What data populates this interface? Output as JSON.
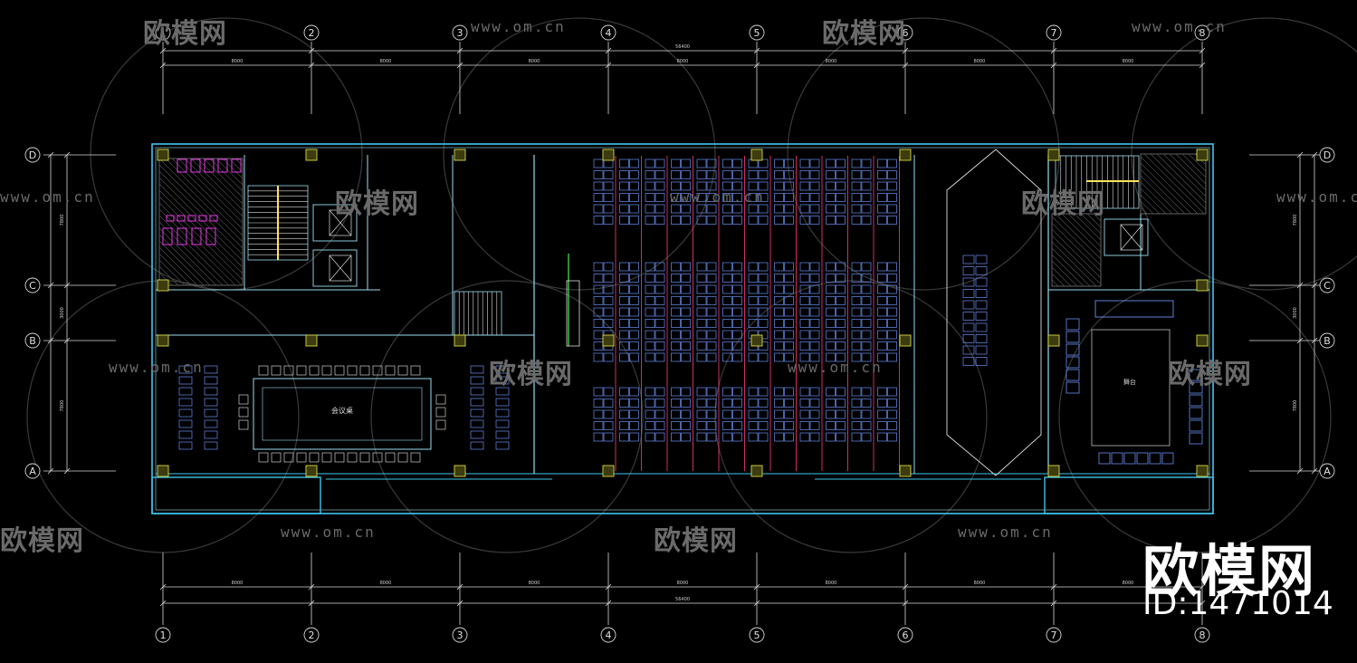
{
  "grid": {
    "columns": [
      "1",
      "2",
      "3",
      "4",
      "5",
      "6",
      "7",
      "8"
    ],
    "rows": [
      "D",
      "C",
      "B",
      "A"
    ],
    "total_dim": "56400",
    "bay_dims": [
      "8000",
      "8000",
      "8000",
      "8000",
      "8000",
      "8000",
      "8000"
    ],
    "row_dims": [
      "7800",
      "3000",
      "7800"
    ]
  },
  "watermark": {
    "logo_text": "欧模网",
    "url_text": "www.om.cn"
  },
  "brand": {
    "name": "欧模网",
    "id": "ID:1471014"
  },
  "plan_labels": {
    "conference_table": "会议桌",
    "stage_area": "舞台"
  },
  "colors": {
    "wall": "#3ec6ee",
    "wall_inner": "#9adcf0",
    "grid": "#d8d8d8",
    "column": "#d8d840",
    "seat": "#6a8ff0",
    "aisle": "#ff3c7a",
    "stair": "#ffe45c",
    "fixture": "#ff40ff",
    "green": "#40d040"
  }
}
